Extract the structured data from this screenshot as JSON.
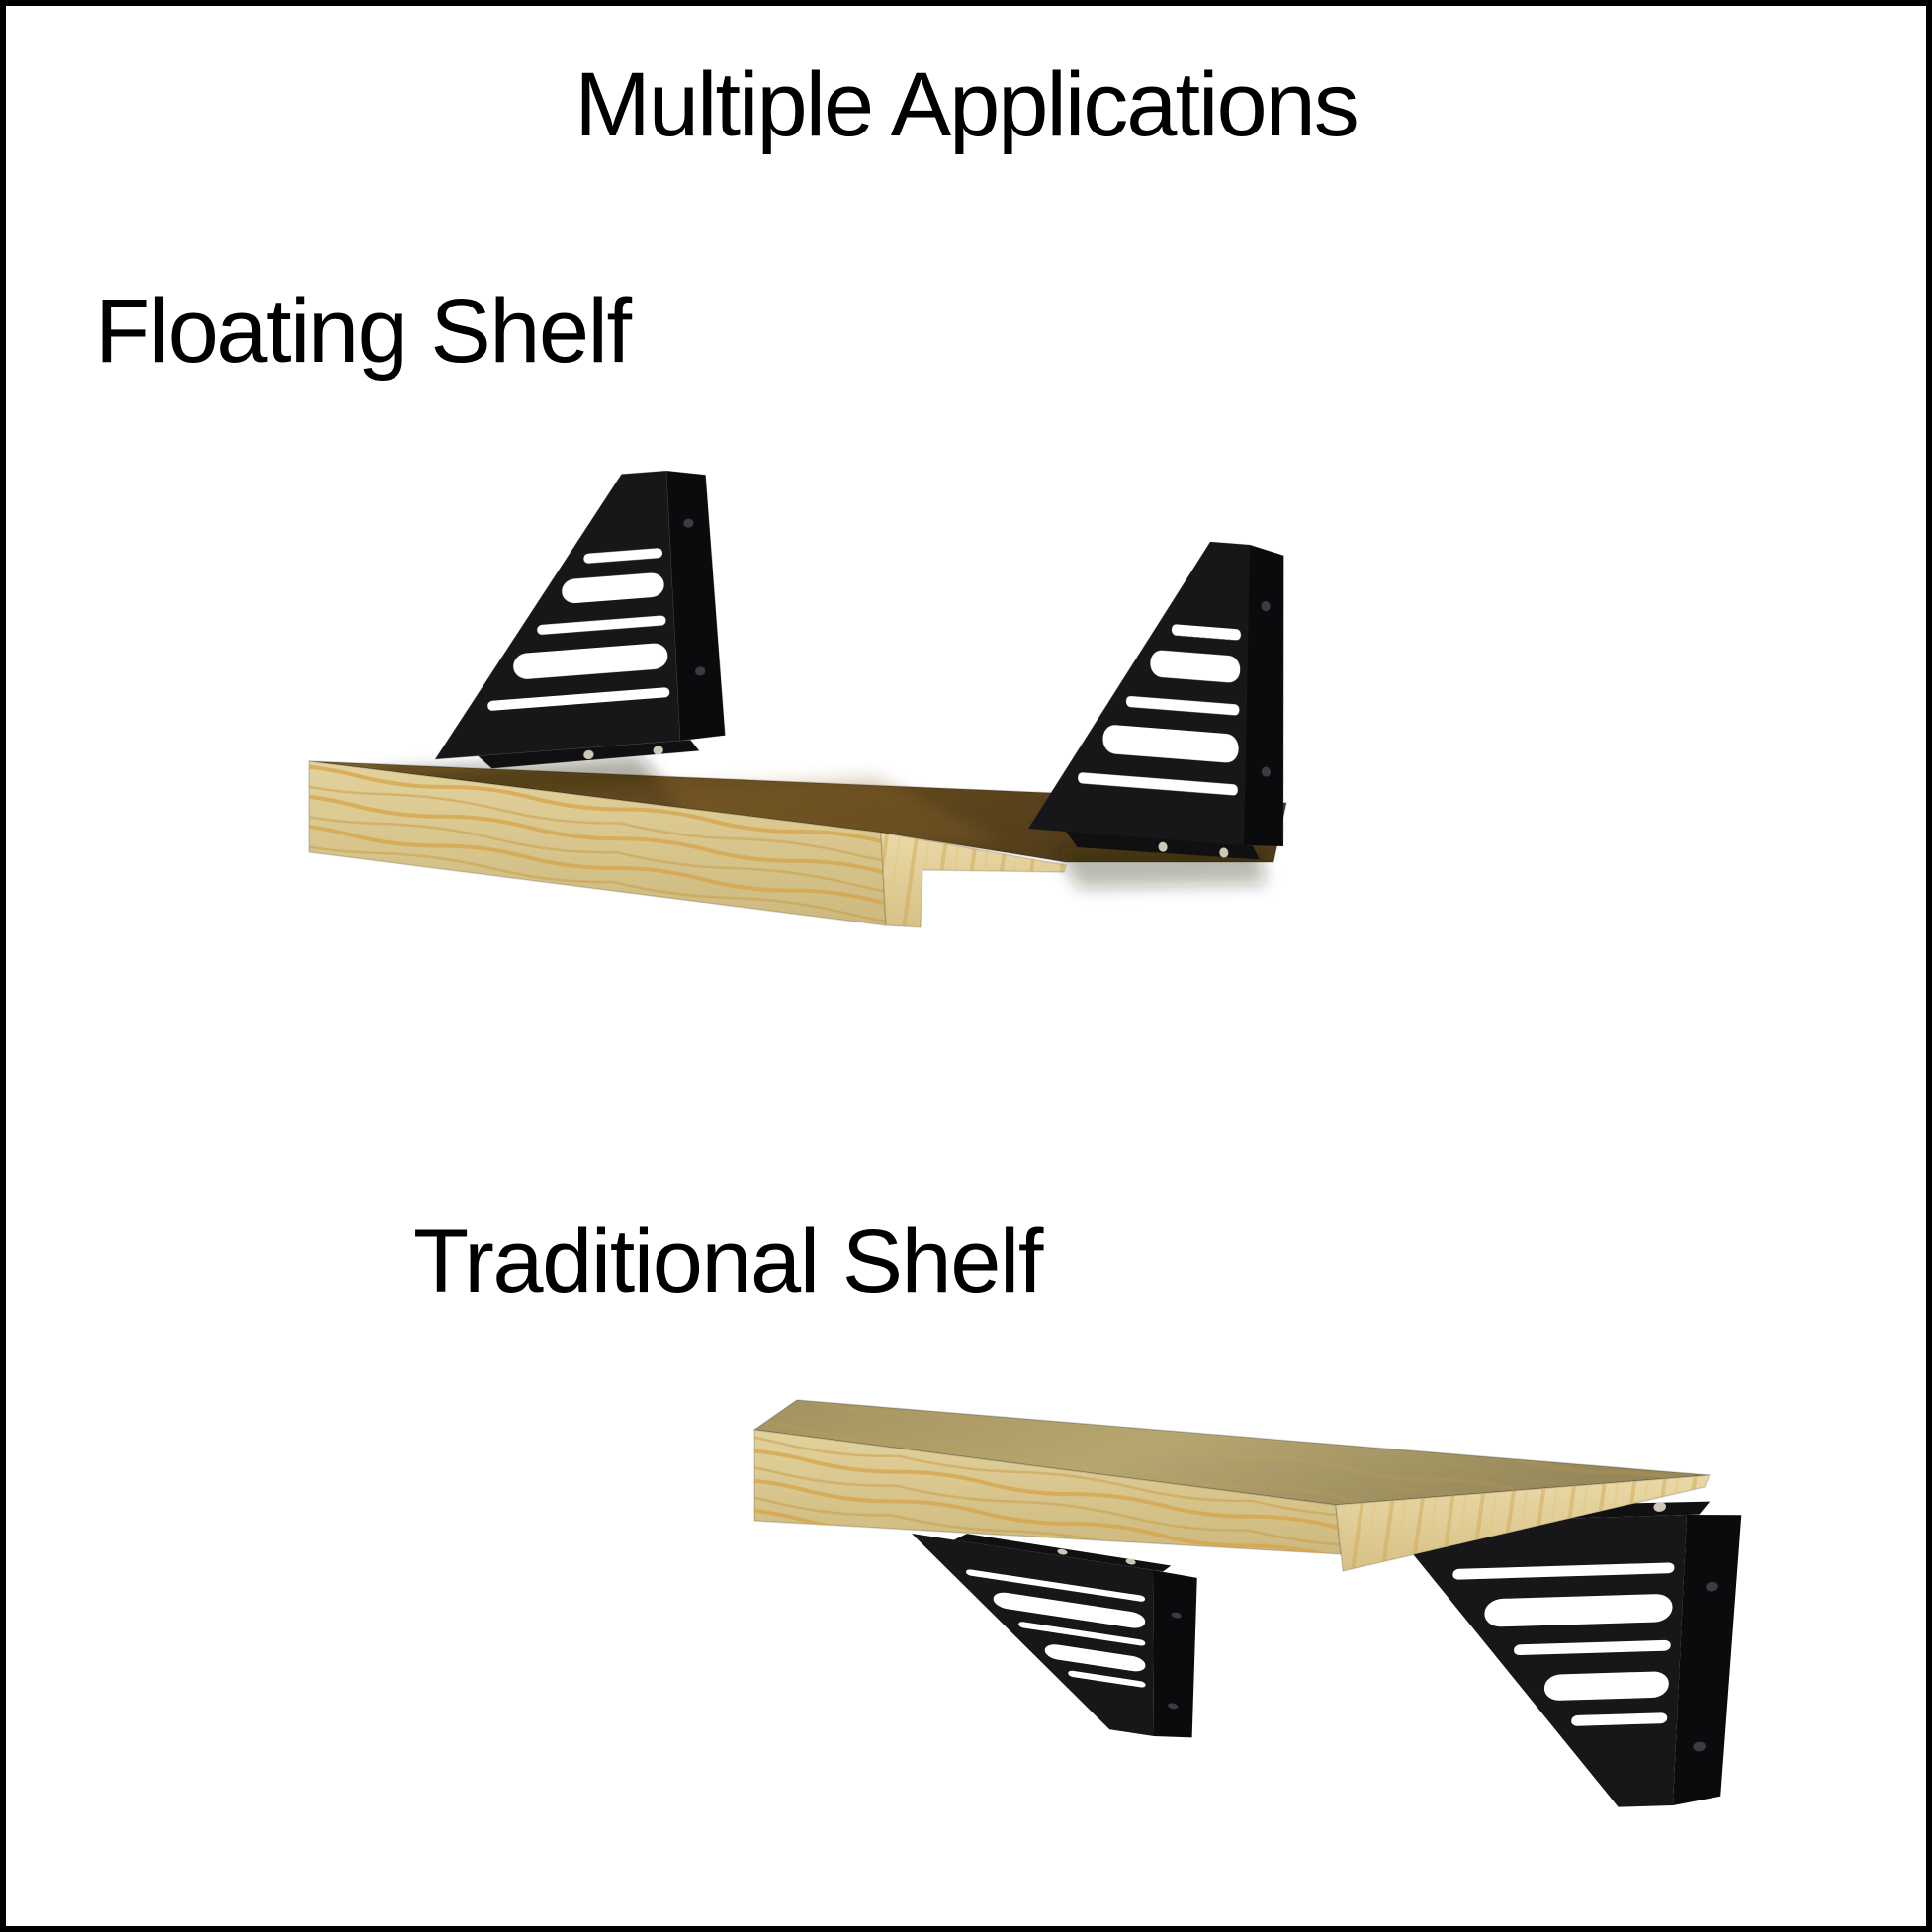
{
  "title": "Multiple Applications",
  "sections": [
    {
      "id": "floating",
      "label": "Floating Shelf"
    },
    {
      "id": "traditional",
      "label": "Traditional Shelf"
    }
  ],
  "illustrations": [
    {
      "name": "floating-shelf-render",
      "description_in_image": "wood shelf board with two black slotted triangular brackets mounted on top"
    },
    {
      "name": "traditional-shelf-render",
      "description_in_image": "wood shelf board with two black slotted triangular brackets mounted underneath"
    }
  ],
  "colors": {
    "background": "#ffffff",
    "border": "#000000",
    "text": "#000000",
    "bracket_black": "#17171a",
    "bracket_plate": "#0b0b0d",
    "bracket_foot": "#101012",
    "screw_light": "#cfc8b4",
    "screw_dark": "#3c3c40",
    "pine_front_light": "#e2d29c",
    "pine_front_dark": "#cdb97e",
    "pine_grain": "#d6a348",
    "pine_end_light": "#ead9a8",
    "pine_end_dark": "#d6c186",
    "glossy_top_light": "#7d5e2c",
    "glossy_top_dark": "#503c19",
    "traditional_top_light": "#b5a672",
    "traditional_top_dark": "#97885a"
  }
}
